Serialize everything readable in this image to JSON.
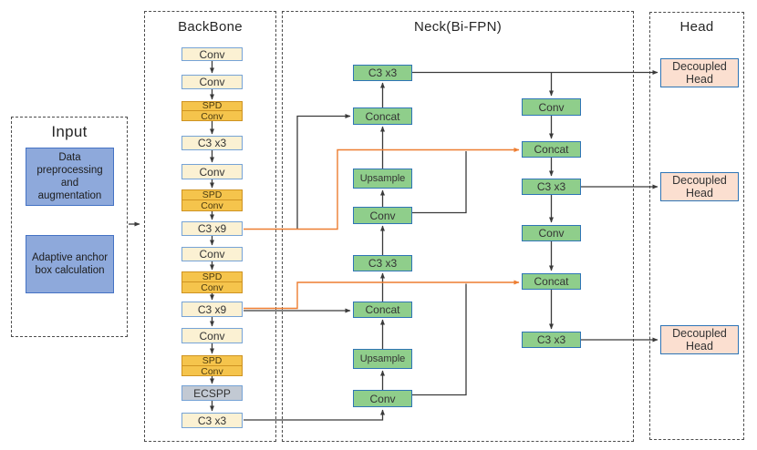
{
  "colors": {
    "bb_fill": "#FBF1D3",
    "bb_border": "#76A3D6",
    "spd_fill": "#F5C44C",
    "spd_border": "#CE9322",
    "ecspp_fill": "#C2C9D3",
    "green_fill": "#8FCE8B",
    "green_border": "#2E75B6",
    "head_fill": "#FBDFD0",
    "head_border": "#2E75B6",
    "input_fill": "#8EA9DB",
    "input_border": "#4472C4",
    "line_black": "#3A3A3A",
    "line_orange": "#ED7D31"
  },
  "input": {
    "title": "Input",
    "items": [
      {
        "label": "Data preprocessing and augmentation"
      },
      {
        "label": "Adaptive anchor box calculation"
      }
    ]
  },
  "backbone": {
    "title": "BackBone",
    "layers": [
      {
        "type": "conv",
        "label": "Conv"
      },
      {
        "type": "conv",
        "label": "Conv"
      },
      {
        "type": "spd",
        "line1": "SPD",
        "line2": "Conv"
      },
      {
        "type": "c3",
        "label": "C3 x3"
      },
      {
        "type": "conv",
        "label": "Conv"
      },
      {
        "type": "spd",
        "line1": "SPD",
        "line2": "Conv"
      },
      {
        "type": "c3",
        "label": "C3 x9"
      },
      {
        "type": "conv",
        "label": "Conv"
      },
      {
        "type": "spd",
        "line1": "SPD",
        "line2": "Conv"
      },
      {
        "type": "c3",
        "label": "C3 x9"
      },
      {
        "type": "conv",
        "label": "Conv"
      },
      {
        "type": "spd",
        "line1": "SPD",
        "line2": "Conv"
      },
      {
        "type": "ecspp",
        "label": "ECSPP"
      },
      {
        "type": "c3",
        "label": "C3 x3"
      }
    ]
  },
  "neck": {
    "title": "Neck(Bi-FPN)",
    "left_column": [
      "C3 x3",
      "Concat",
      "Upsample",
      "Conv",
      "C3 x3",
      "Concat",
      "Upsample",
      "Conv"
    ],
    "right_column": [
      "Conv",
      "Concat",
      "C3 x3",
      "Conv",
      "Concat",
      "C3 x3"
    ]
  },
  "head": {
    "title": "Head",
    "items": [
      "Decoupled Head",
      "Decoupled Head",
      "Decoupled Head"
    ]
  }
}
